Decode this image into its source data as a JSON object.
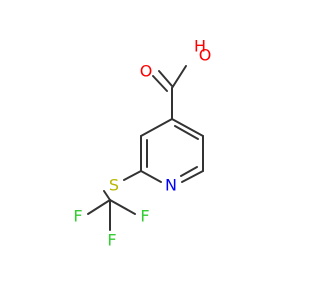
{
  "molecule": {
    "atoms": {
      "hydroxyl_h": "H",
      "hydroxyl_o": "O",
      "carbonyl_o": "O",
      "ring_n": "N",
      "sulfur": "S",
      "fluorine_right": "F",
      "fluorine_left": "F",
      "fluorine_bottom": "F"
    },
    "colors": {
      "bond": "#333333",
      "oxygen": "#ff0000",
      "nitrogen": "#0000ff",
      "sulfur": "#b8b800",
      "fluorine": "#33cc33"
    }
  }
}
